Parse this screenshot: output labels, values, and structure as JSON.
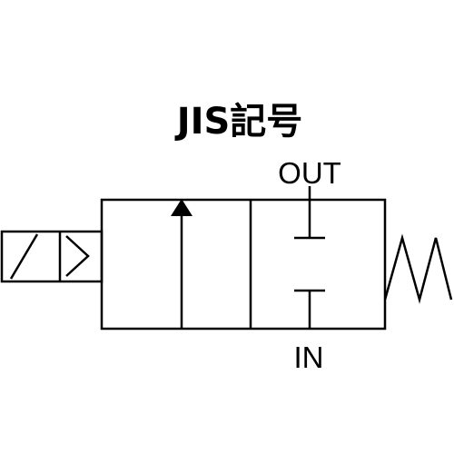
{
  "diagram": {
    "title": "JIS記号",
    "ports": {
      "out_label": "OUT",
      "in_label": "IN"
    },
    "colors": {
      "line": "#000000",
      "background": "#ffffff"
    }
  }
}
